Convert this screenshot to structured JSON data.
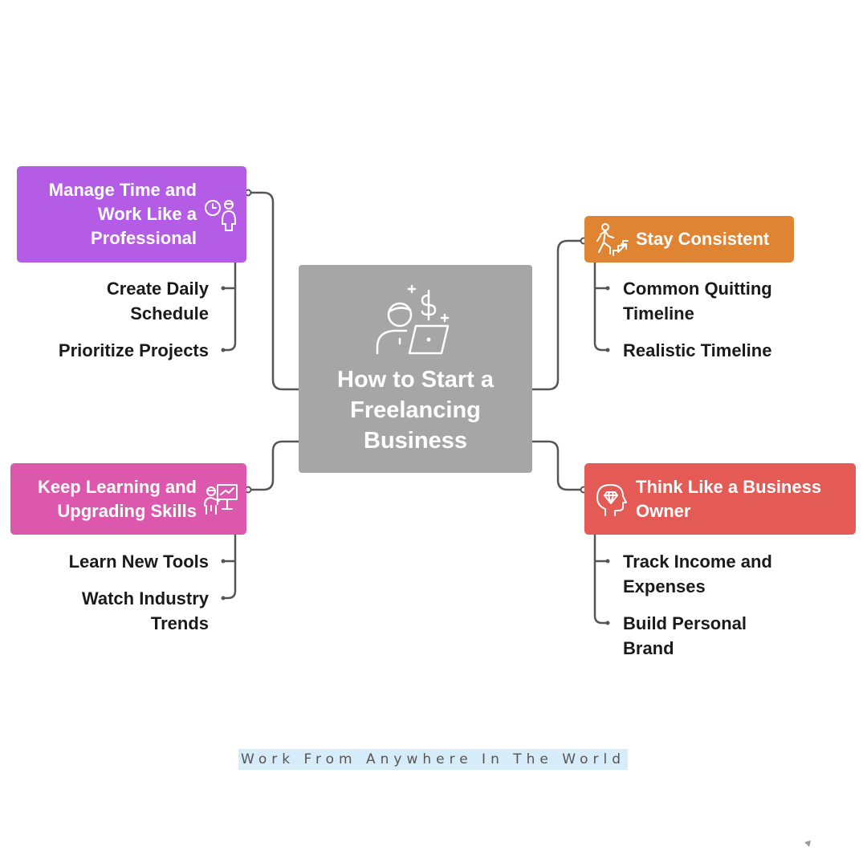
{
  "center": {
    "title": "How to Start a Freelancing Business",
    "icon": "freelancer-laptop-icon",
    "color": "#a6a6a6"
  },
  "topics": {
    "manage": {
      "label": "Manage Time and\nWork Like a\nProfessional",
      "icon": "clock-person-icon",
      "color": "#b45ce6",
      "items": [
        "Create Daily\nSchedule",
        "Prioritize Projects"
      ]
    },
    "keep": {
      "label": "Keep Learning and\nUpgrading Skills",
      "icon": "teacher-board-icon",
      "color": "#db58ad",
      "items": [
        "Learn New Tools",
        "Watch Industry\nTrends"
      ]
    },
    "stay": {
      "label": "Stay Consistent",
      "icon": "climbing-stairs-icon",
      "color": "#de8432",
      "items": [
        "Common Quitting\nTimeline",
        "Realistic Timeline"
      ]
    },
    "think": {
      "label": "Think Like a Business\nOwner",
      "icon": "head-diamond-icon",
      "color": "#e45a54",
      "items": [
        "Track Income and\nExpenses",
        "Build Personal\nBrand"
      ]
    }
  },
  "footer": {
    "text": "Work From Anywhere In The World"
  }
}
